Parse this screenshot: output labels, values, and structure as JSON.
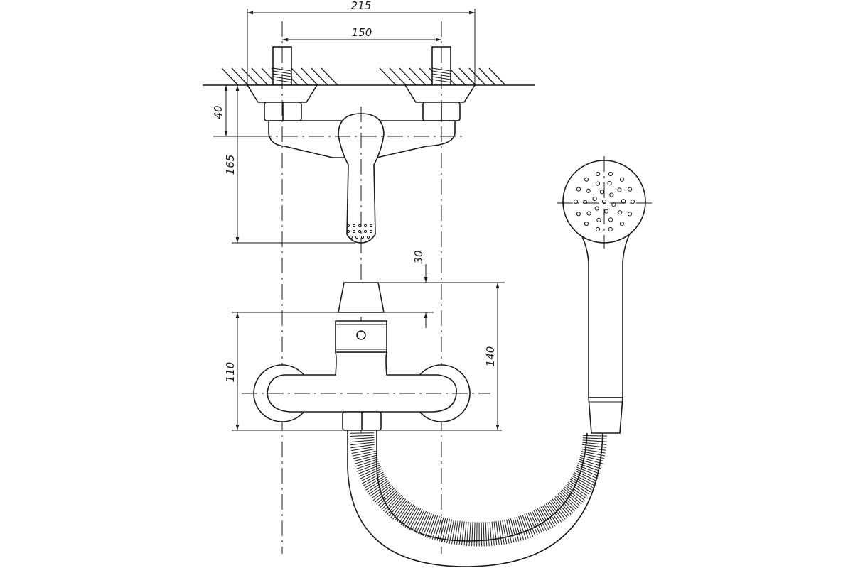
{
  "dimensions": {
    "overall_width": "215",
    "center_distance": "150",
    "wall_offset": "40",
    "spout_height": "165",
    "handle_top": "30",
    "body_height": "110",
    "total_height": "140"
  }
}
